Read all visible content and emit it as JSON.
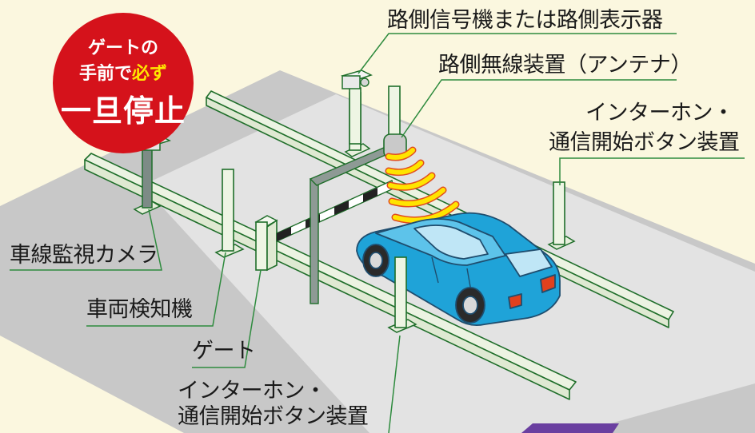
{
  "badge": {
    "line1": "ゲートの",
    "line2_a": "手前で",
    "line2_b": "必ず",
    "line3": "一旦停止"
  },
  "labels": {
    "roadside_signal": "路側信号機または路側表示器",
    "roadside_antenna": "路側無線装置（アンテナ）",
    "intercom_right_1": "インターホン・",
    "intercom_right_2": "通信開始ボタン装置",
    "lane_camera": "車線監視カメラ",
    "vehicle_detector": "車両検知機",
    "gate": "ゲート",
    "intercom_bottom_1": "インターホン・",
    "intercom_bottom_2": "通信開始ボタン装置"
  },
  "colors": {
    "background": "#fbf7df",
    "road": "#c8c8c8",
    "lane": "#e4e4e4",
    "curb": "#ecf3e2",
    "outline": "#1f6e2a",
    "car": "#1fa3d8",
    "signal_wave": "#ffe400",
    "badge": "#d5121b",
    "leader_line": "#2e8b3e"
  }
}
